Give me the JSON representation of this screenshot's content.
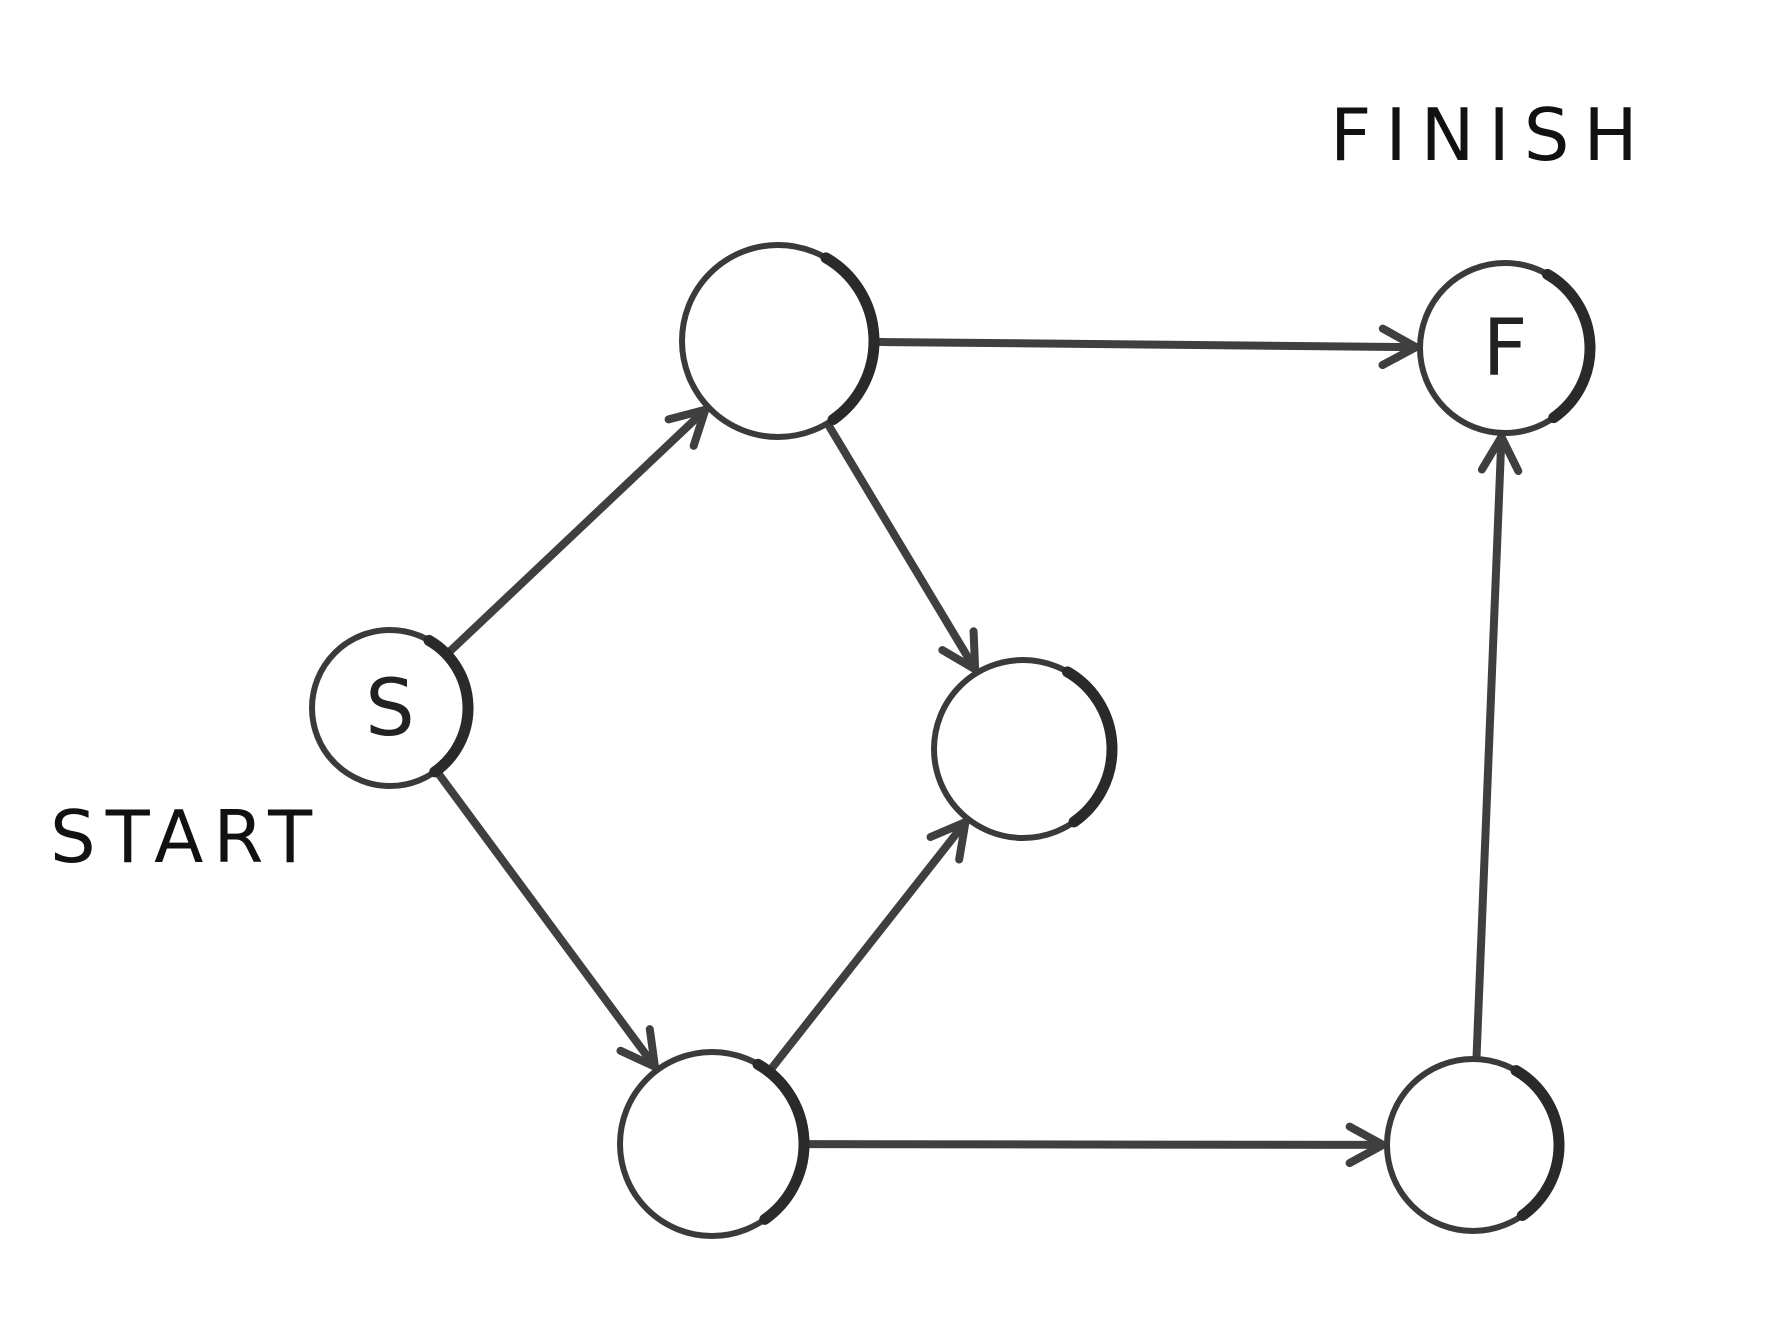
{
  "labels": {
    "start": "START",
    "finish": "FINISH"
  },
  "nodes": [
    {
      "id": "start",
      "text": "S"
    },
    {
      "id": "top",
      "text": ""
    },
    {
      "id": "middle",
      "text": ""
    },
    {
      "id": "bottom",
      "text": ""
    },
    {
      "id": "bottom-right",
      "text": ""
    },
    {
      "id": "finish",
      "text": "F"
    }
  ],
  "edges": [
    {
      "from": "start",
      "to": "top"
    },
    {
      "from": "start",
      "to": "bottom"
    },
    {
      "from": "top",
      "to": "finish"
    },
    {
      "from": "top",
      "to": "middle"
    },
    {
      "from": "bottom",
      "to": "middle"
    },
    {
      "from": "bottom",
      "to": "bottom-right"
    },
    {
      "from": "bottom-right",
      "to": "finish"
    }
  ],
  "colors": {
    "ink": "#3f3f3f",
    "background": "#ffffff"
  }
}
